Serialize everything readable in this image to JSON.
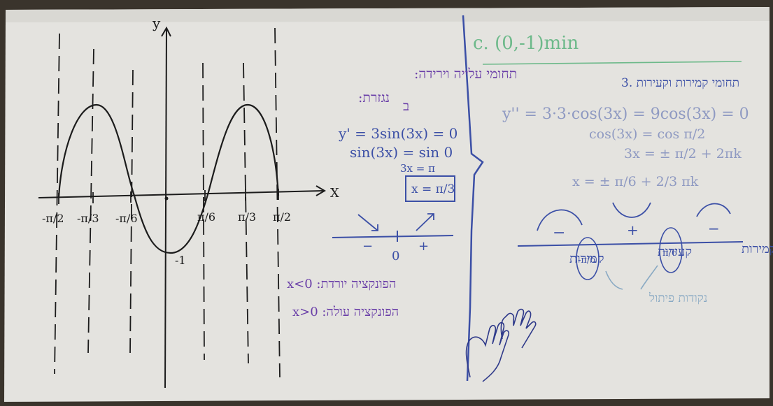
{
  "graph": {
    "y_axis_label": "y",
    "x_axis_label": "X",
    "x_ticks": [
      "-π/2",
      "-π/3",
      "-π/6",
      "π/6",
      "π/3",
      "π/2"
    ],
    "min_label": "-1"
  },
  "left_board": {
    "title_line1": "תחומי עלייה וירידה:",
    "title_line2": "נגזרת:",
    "section_letter": "ב",
    "eq1": "y' = 3sin(3x) = 0",
    "eq2": "sin(3x) = sin 0",
    "eq3": "3x = π",
    "boxed": "x = π/3",
    "sign_left": "−",
    "sign_zero": "0",
    "sign_right": "+",
    "dec_text": "x<0 :הפונקציה יורדת",
    "inc_text": "x>0 :הפונקציה עולה"
  },
  "right_board": {
    "point_label": "c. (0,-1)min",
    "section_title": "תחומי קמירות וקעירות .3",
    "eq1": "y'' = 3·3·cos(3x) = 9cos(3x) = 0",
    "eq2": "cos(3x) = cos π/2",
    "eq3": "3x = ± π/2 + 2πk",
    "eq4": "x = ± π/6 + 2/3 πk",
    "sign_left": "−",
    "sign_mid": "+",
    "sign_right": "−",
    "convex_left": "קמירות",
    "neg_pi6": "-π/6",
    "concave": "קעירות",
    "pos_pi6": "π/6",
    "convex_right": "קמירות",
    "inflection": "נקודות פיתול"
  }
}
